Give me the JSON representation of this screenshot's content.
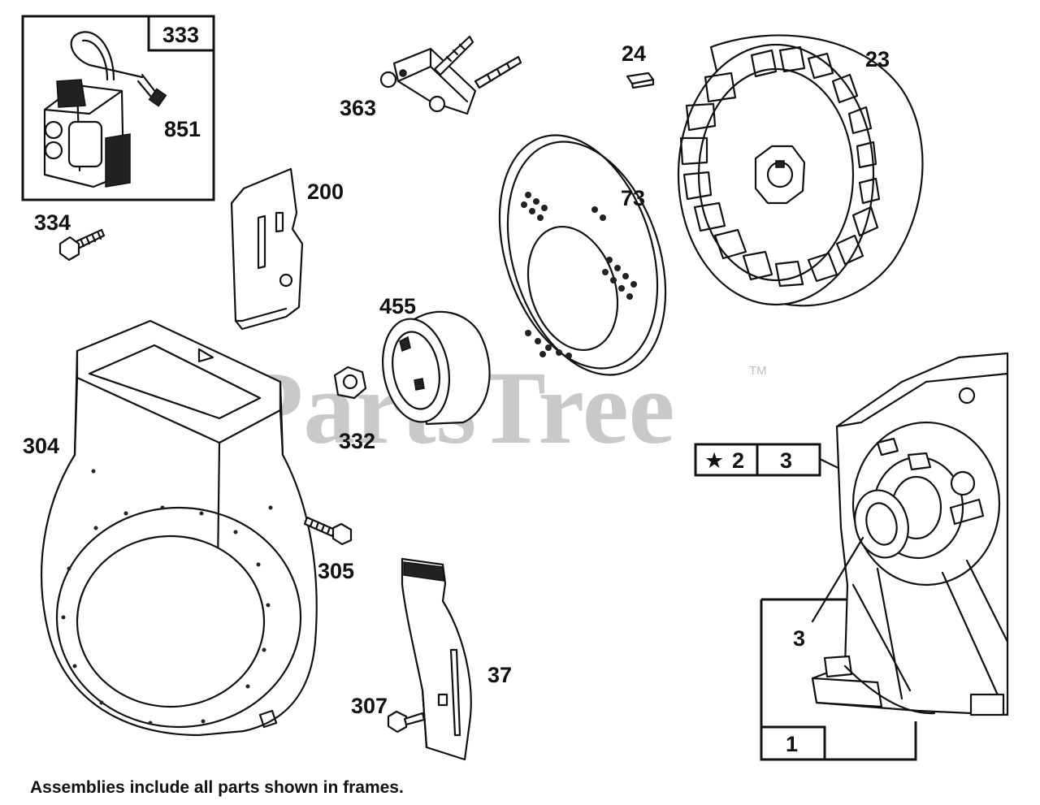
{
  "diagram": {
    "watermark": "PartsTree",
    "trademark": "TM",
    "footer_note": "Assemblies include all parts shown in frames.",
    "part_labels": {
      "p333": "333",
      "p851": "851",
      "p334": "334",
      "p363": "363",
      "p24": "24",
      "p23": "23",
      "p200": "200",
      "p73": "73",
      "p455": "455",
      "p332": "332",
      "p304": "304",
      "p305": "305",
      "p37": "37",
      "p307": "307",
      "p3_callout": "3",
      "p1": "1"
    },
    "kit_box": {
      "star": "★",
      "number": "2",
      "qty": "3"
    }
  }
}
